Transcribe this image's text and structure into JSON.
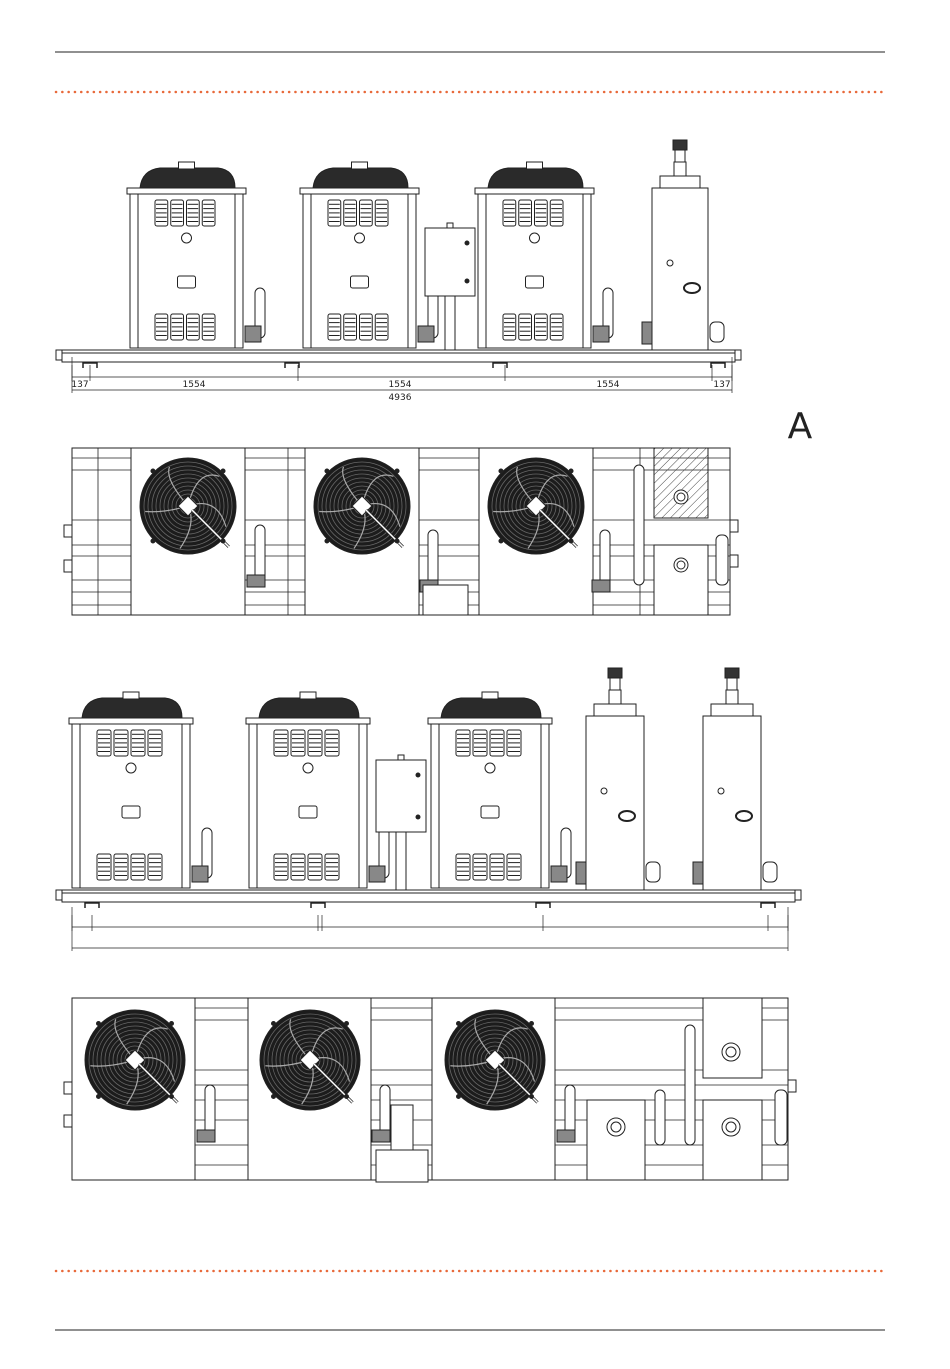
{
  "page": {
    "view_label": "A",
    "accent_color": "#e8693a"
  },
  "view_a_front": {
    "dimensions": {
      "left_offset": "137",
      "span_1": "1554",
      "span_2": "1554",
      "span_3": "1554",
      "right_offset": "137",
      "total": "4936"
    }
  }
}
